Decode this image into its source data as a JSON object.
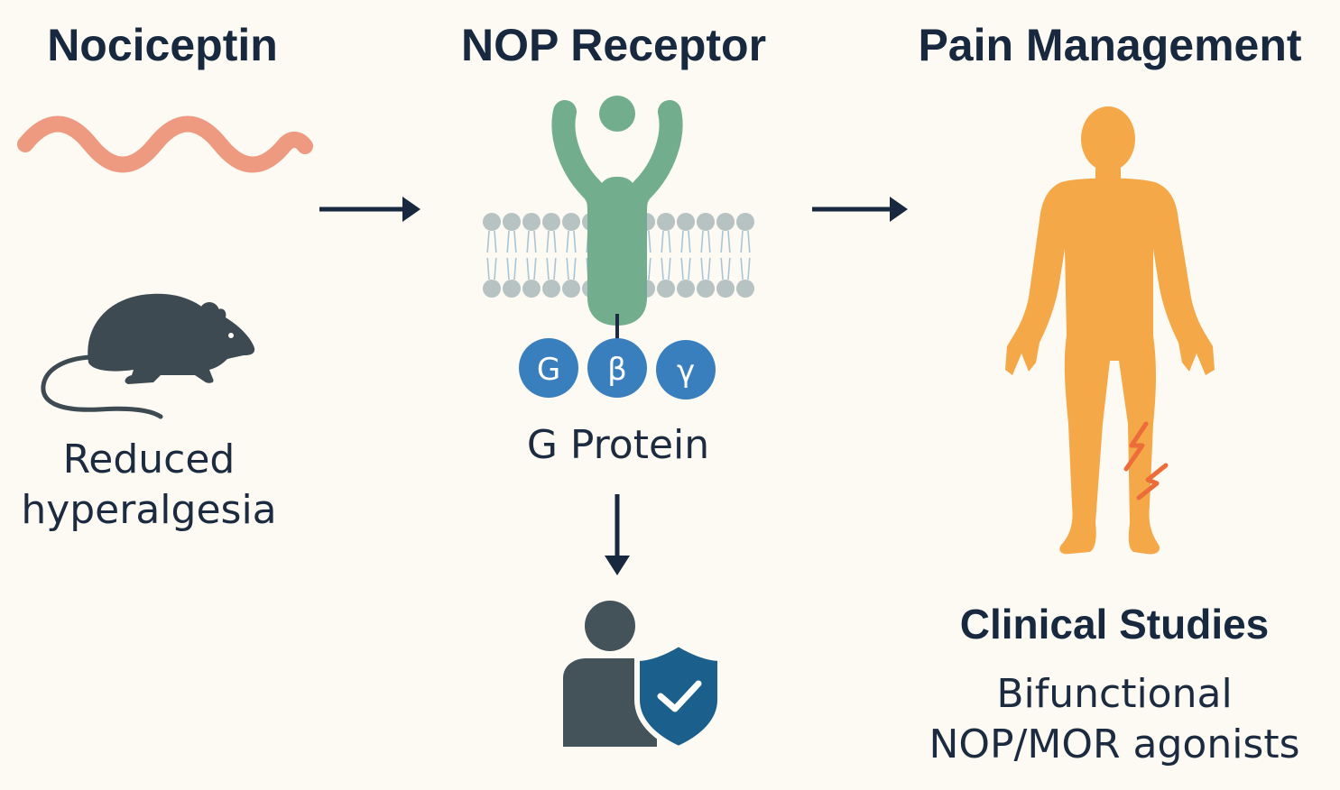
{
  "titles": {
    "nociceptin": "Nociceptin",
    "nop_receptor": "NOP Receptor",
    "pain_management": "Pain Management"
  },
  "left_panel": {
    "effect_line1": "Reduced",
    "effect_line2": "hyperalgesia"
  },
  "middle_panel": {
    "g_subunits": [
      "G",
      "β",
      "γ"
    ],
    "g_protein_label": "G Protein"
  },
  "right_panel": {
    "clinical_heading": "Clinical Studies",
    "clinical_line1": "Bifunctional",
    "clinical_line2": "NOP/MOR agonists"
  },
  "colors": {
    "peptide": "#ee9a80",
    "receptor": "#72ae8e",
    "membrane": "#b7c2c3",
    "g_protein": "#3a7fbd",
    "human_body": "#f4a848",
    "pain_mark": "#ec6d3a",
    "rat": "#3d4a52",
    "person": "#44525a",
    "shield": "#1b5f8c",
    "arrow": "#17283f",
    "background": "#fcfaf3"
  },
  "icons": [
    "peptide-wave-icon",
    "rat-icon",
    "receptor-icon",
    "lipid-membrane-icon",
    "human-body-icon",
    "pain-spark-icon",
    "person-shield-icon",
    "arrow-icon"
  ]
}
